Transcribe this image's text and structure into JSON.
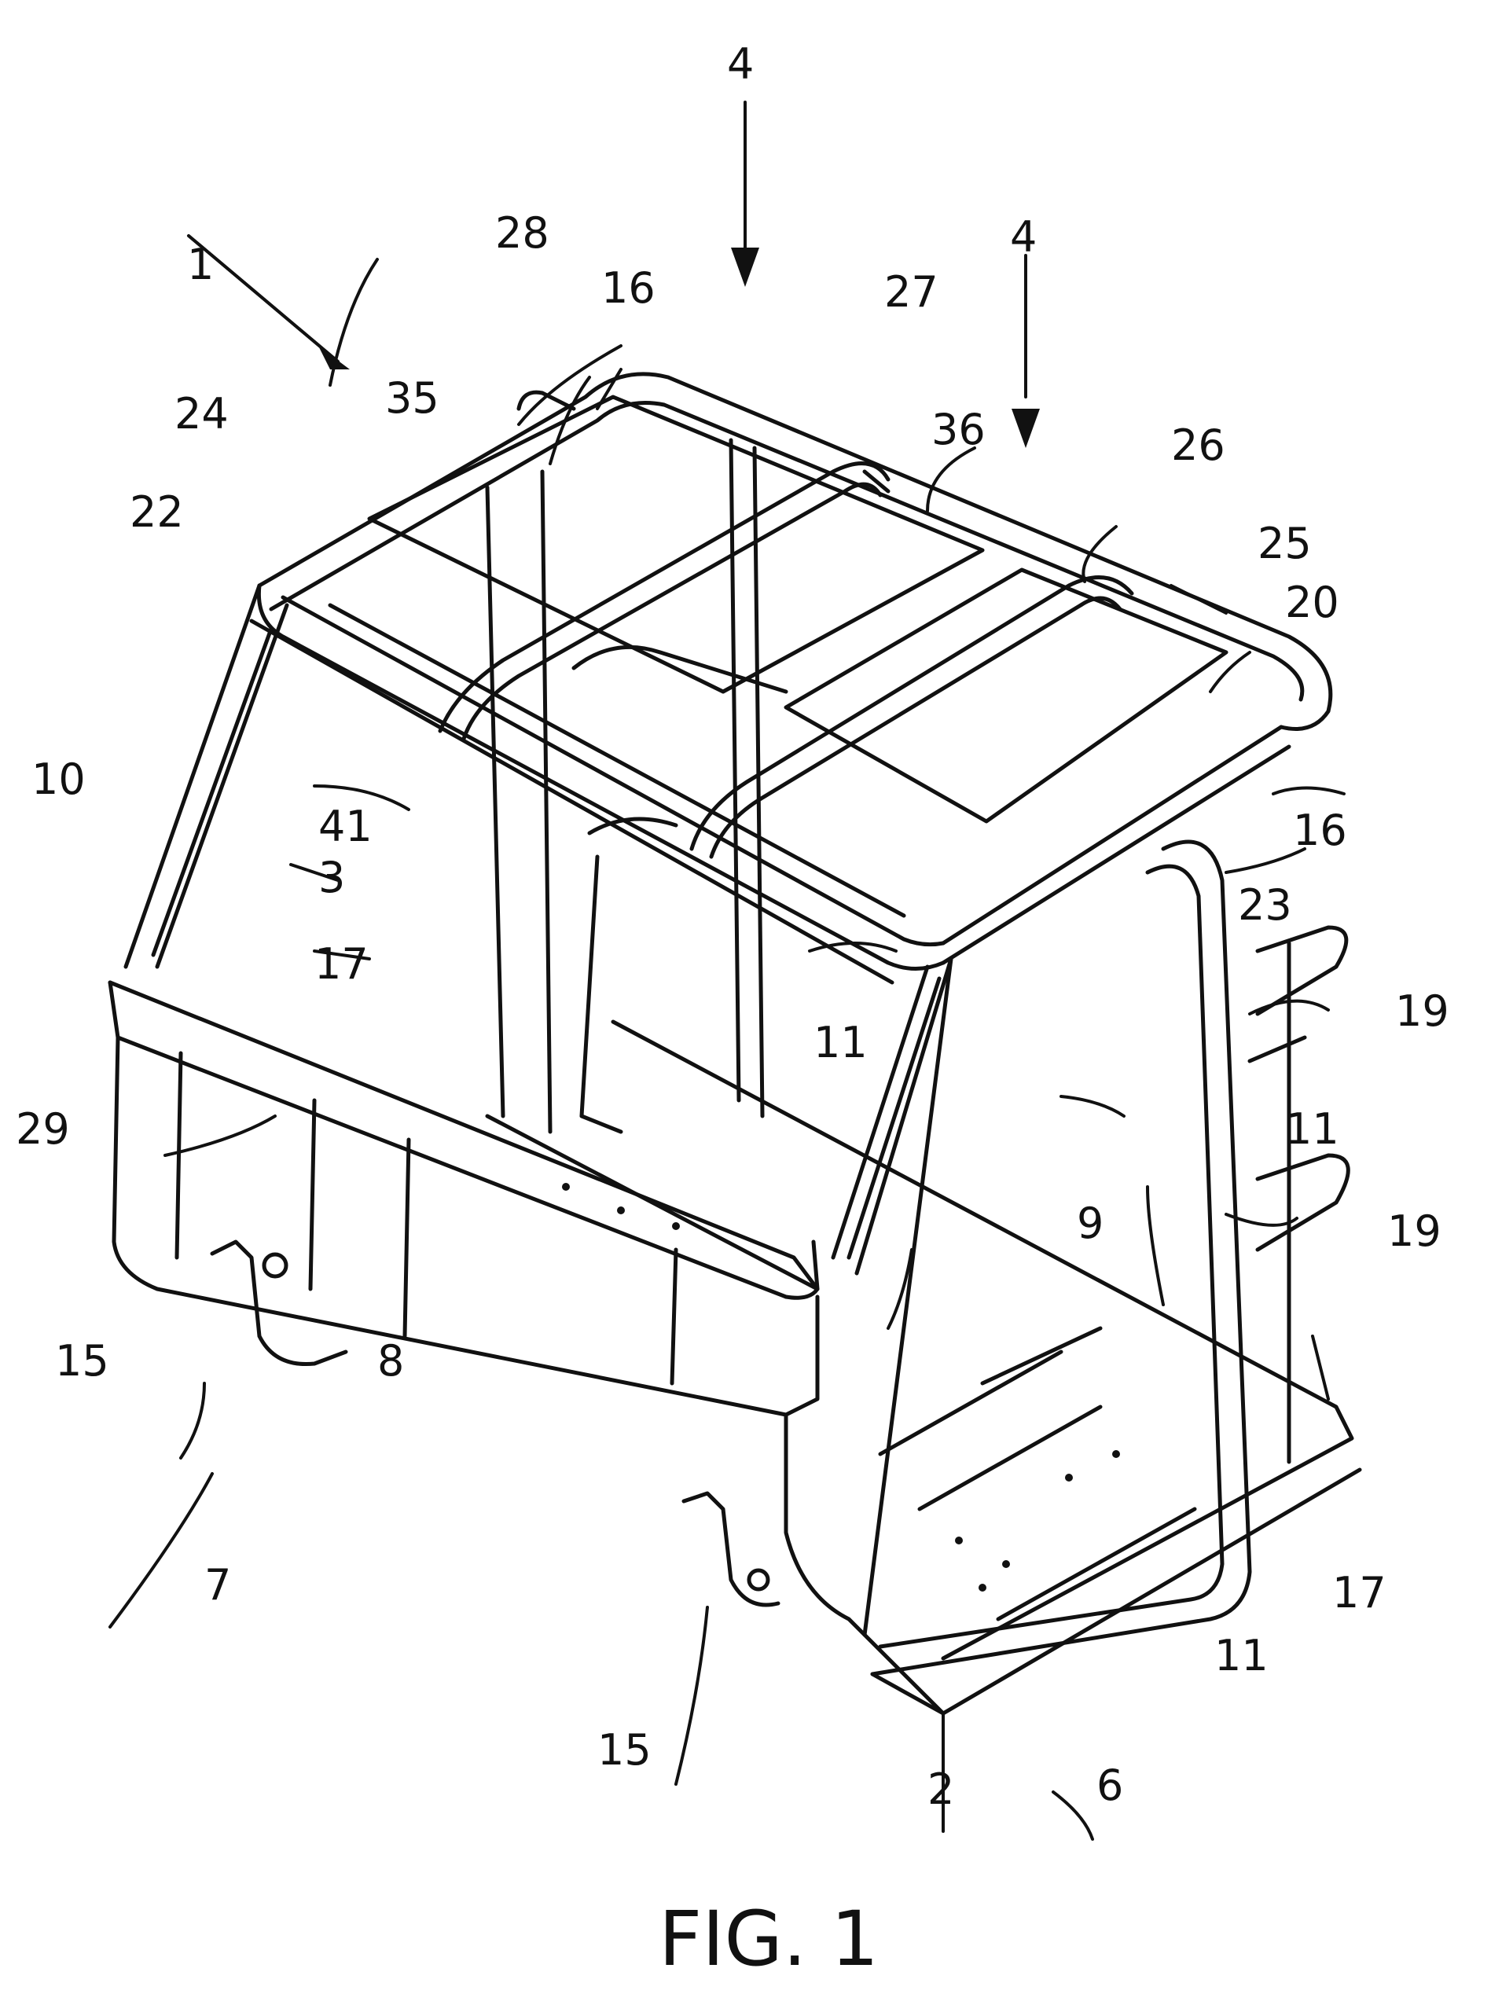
{
  "figure": {
    "caption": "FIG. 1"
  },
  "reference_numerals": {
    "n1": "1",
    "n2": "2",
    "n3": "3",
    "n4a": "4",
    "n4b": "4",
    "n6": "6",
    "n7": "7",
    "n8": "8",
    "n9": "9",
    "n10": "10",
    "n11a": "11",
    "n11b": "11",
    "n11c": "11",
    "n15a": "15",
    "n15b": "15",
    "n16a": "16",
    "n16b": "16",
    "n17a": "17",
    "n17b": "17",
    "n19a": "19",
    "n19b": "19",
    "n20": "20",
    "n22": "22",
    "n23": "23",
    "n24": "24",
    "n25": "25",
    "n26": "26",
    "n27": "27",
    "n28": "28",
    "n29": "29",
    "n35": "35",
    "n36": "36",
    "n41": "41"
  },
  "style": {
    "ink": "#111111",
    "paper": "#ffffff"
  }
}
